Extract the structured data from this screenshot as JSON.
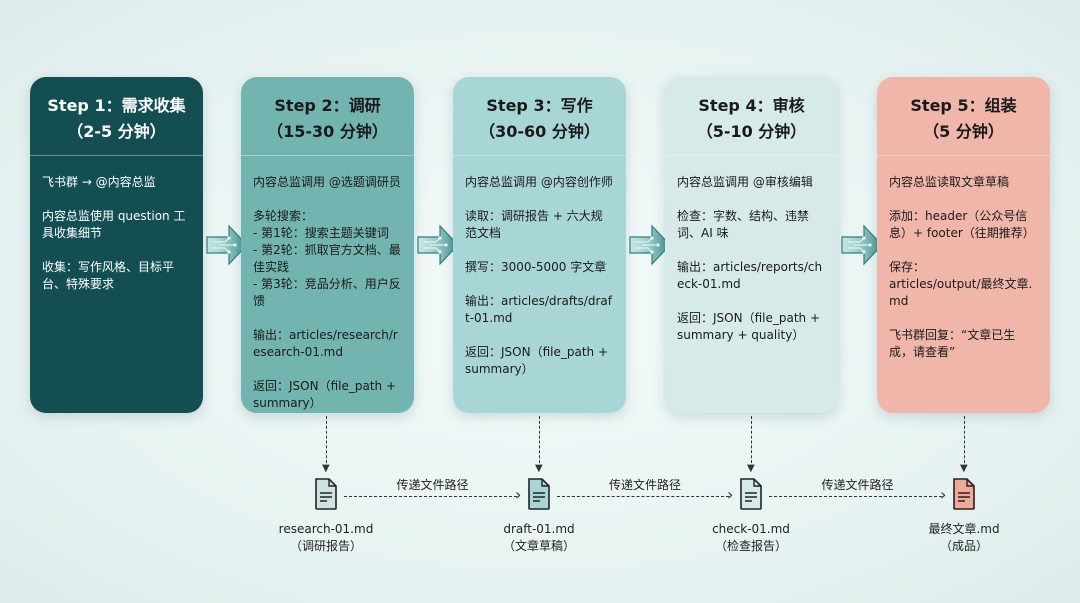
{
  "steps": [
    {
      "title": "Step 1：需求收集",
      "duration": "（2-5 分钟）",
      "color": "#134f52",
      "text_color": "#ffffff",
      "lines": [
        "飞书群 → @内容总监",
        "内容总监使用 question 工具收集细节",
        "收集：写作风格、目标平台、特殊要求"
      ]
    },
    {
      "title": "Step 2：调研",
      "duration": "（15-30 分钟）",
      "color": "#72b5b0",
      "text_color": "#1a1a1a",
      "lines": [
        "内容总监调用 @选题调研员",
        "多轮搜索：\n- 第1轮：搜索主题关键词\n- 第2轮：抓取官方文档、最佳实践\n- 第3轮：竞品分析、用户反馈",
        "输出：articles/research/research-01.md",
        "返回：JSON（file_path + summary）"
      ]
    },
    {
      "title": "Step 3：写作",
      "duration": "（30-60 分钟）",
      "color": "#a8d6d6",
      "text_color": "#1a1a1a",
      "lines": [
        "内容总监调用 @内容创作师",
        "读取：调研报告 + 六大规范文档",
        "撰写：3000-5000 字文章",
        "输出：articles/drafts/draft-01.md",
        "返回：JSON（file_path + summary）"
      ]
    },
    {
      "title": "Step 4：审核",
      "duration": "（5-10 分钟）",
      "color": "#d6ebe9",
      "text_color": "#1a1a1a",
      "lines": [
        "内容总监调用 @审核编辑",
        "检查：字数、结构、违禁词、AI 味",
        "输出：articles/reports/check-01.md",
        "返回：JSON（file_path + summary + quality）"
      ]
    },
    {
      "title": "Step 5：组装",
      "duration": "（5 分钟）",
      "color": "#f0b6aa",
      "text_color": "#1a1a1a",
      "lines": [
        "内容总监读取文章草稿",
        "添加：header（公众号信息）+ footer（往期推荐）",
        "保存：\narticles/output/最终文章.md",
        "飞书群回复：“文章已生成，请查看”"
      ]
    }
  ],
  "files": [
    {
      "name": "research-01.md",
      "desc": "（调研报告）",
      "color": "#cfe3e1"
    },
    {
      "name": "draft-01.md",
      "desc": "（文章草稿）",
      "color": "#a8d6d6"
    },
    {
      "name": "check-01.md",
      "desc": "（检查报告）",
      "color": "#d6ebe9"
    },
    {
      "name": "最终文章.md",
      "desc": "（成品）",
      "color": "#f0a898"
    }
  ],
  "transfer_label": "传递文件路径",
  "icons": {
    "flow_arrow": "circuit-arrow-icon",
    "file": "document-icon"
  }
}
